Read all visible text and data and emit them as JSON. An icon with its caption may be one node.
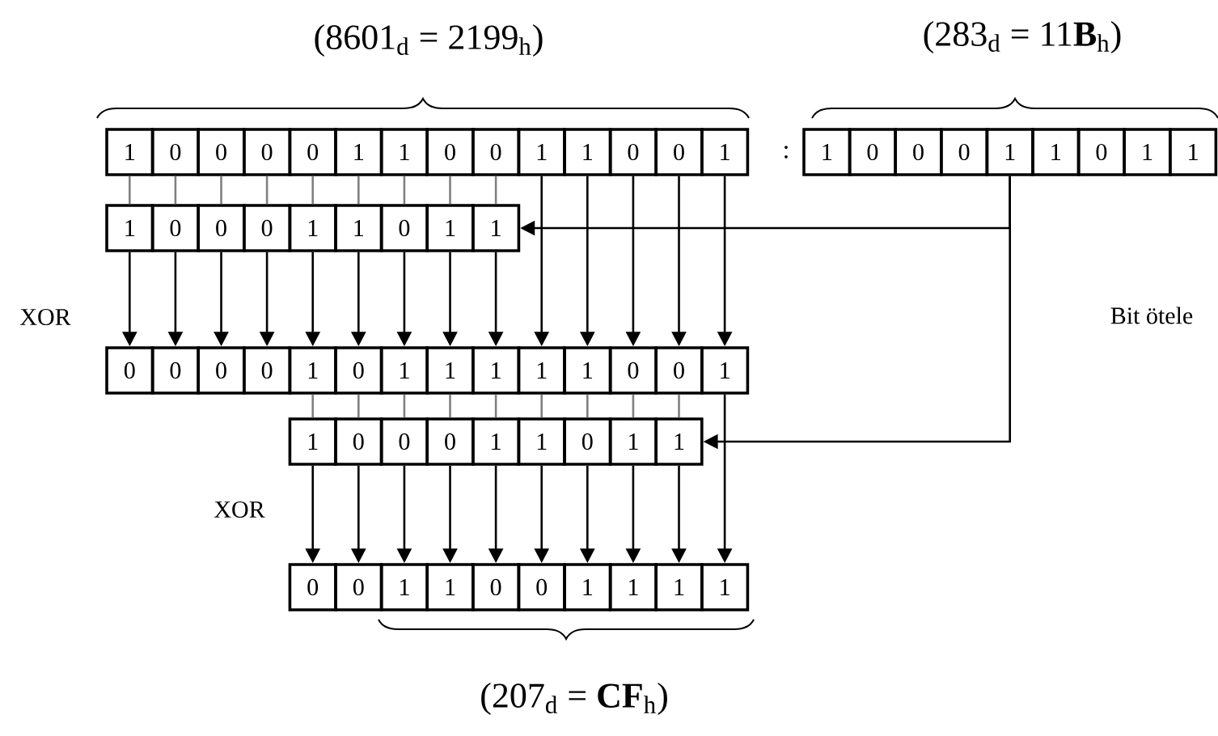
{
  "diagram": {
    "nodes": [
      {
        "text": [
          "1"
        ]
      },
      {
        "text": [
          "0"
        ]
      },
      {
        "text": [
          "0"
        ]
      },
      {
        "text": [
          "0"
        ]
      },
      {
        "text": [
          "0"
        ]
      },
      {
        "text": [
          "1"
        ]
      },
      {
        "text": [
          "1"
        ]
      },
      {
        "text": [
          "0"
        ]
      },
      {
        "text": [
          "0"
        ]
      },
      {
        "text": [
          "1"
        ]
      },
      {
        "text": [
          "1"
        ]
      },
      {
        "text": [
          "0"
        ]
      },
      {
        "text": [
          "0"
        ]
      },
      {
        "text": [
          "1"
        ]
      },
      {
        "text": [
          "1"
        ]
      },
      {
        "text": [
          "0"
        ]
      },
      {
        "text": [
          "0"
        ]
      },
      {
        "text": [
          "0"
        ]
      },
      {
        "text": [
          "1"
        ]
      },
      {
        "text": [
          "1"
        ]
      },
      {
        "text": [
          "0"
        ]
      },
      {
        "text": [
          "1"
        ]
      },
      {
        "text": [
          "1"
        ]
      },
      {
        "text": [
          "1"
        ]
      },
      {
        "text": [
          "0"
        ]
      },
      {
        "text": [
          "0"
        ]
      },
      {
        "text": [
          "0"
        ]
      },
      {
        "text": [
          "1"
        ]
      },
      {
        "text": [
          "1"
        ]
      },
      {
        "text": [
          "0"
        ]
      },
      {
        "text": [
          "1"
        ]
      },
      {
        "text": [
          "1"
        ]
      },
      {
        "text": [
          "0"
        ]
      },
      {
        "text": [
          "0"
        ]
      },
      {
        "text": [
          "0"
        ]
      },
      {
        "text": [
          "0"
        ]
      },
      {
        "text": [
          "1"
        ]
      },
      {
        "text": [
          "0"
        ]
      },
      {
        "text": [
          "1"
        ]
      },
      {
        "text": [
          "1"
        ]
      },
      {
        "text": [
          "1"
        ]
      },
      {
        "text": [
          "1"
        ]
      },
      {
        "text": [
          "1"
        ]
      },
      {
        "text": [
          "0"
        ]
      },
      {
        "text": [
          "0"
        ]
      },
      {
        "text": [
          "1"
        ]
      },
      {
        "text": [
          "1"
        ]
      },
      {
        "text": [
          "0"
        ]
      },
      {
        "text": [
          "0"
        ]
      },
      {
        "text": [
          "0"
        ]
      },
      {
        "text": [
          "1"
        ]
      },
      {
        "text": [
          "1"
        ]
      },
      {
        "text": [
          "0"
        ]
      },
      {
        "text": [
          "1"
        ]
      },
      {
        "text": [
          "1"
        ]
      },
      {
        "text": [
          "0"
        ]
      },
      {
        "text": [
          "0"
        ]
      },
      {
        "text": [
          "1"
        ]
      },
      {
        "text": [
          "1"
        ]
      },
      {
        "text": [
          "0"
        ]
      },
      {
        "text": [
          "0"
        ]
      },
      {
        "text": [
          "1"
        ]
      },
      {
        "text": [
          "1"
        ]
      },
      {
        "text": [
          "1"
        ]
      },
      {
        "text": [
          "1"
        ]
      }
    ],
    "edges": [
      {
        "from": 0,
        "to": 23,
        "arrow": "none",
        "color": "#808080"
      },
      {
        "from": 1,
        "to": 24,
        "arrow": "none",
        "color": "#808080"
      },
      {
        "from": 2,
        "to": 25,
        "arrow": "none",
        "color": "#808080"
      },
      {
        "from": 3,
        "to": 26,
        "arrow": "none",
        "color": "#808080"
      },
      {
        "from": 4,
        "to": 27,
        "arrow": "none",
        "color": "#808080"
      },
      {
        "from": 5,
        "to": 28,
        "arrow": "none",
        "color": "#808080"
      },
      {
        "from": 6,
        "to": 29,
        "arrow": "none",
        "color": "#808080"
      },
      {
        "from": 7,
        "to": 30,
        "arrow": "none",
        "color": "#808080"
      },
      {
        "from": 8,
        "to": 31,
        "arrow": "none",
        "color": "#808080"
      },
      {
        "from": 23,
        "to": 32,
        "arrow": "to"
      },
      {
        "from": 24,
        "to": 33,
        "arrow": "to"
      },
      {
        "from": 25,
        "to": 34,
        "arrow": "to"
      },
      {
        "from": 26,
        "to": 35,
        "arrow": "to"
      },
      {
        "from": 27,
        "to": 36,
        "arrow": "to"
      },
      {
        "from": 28,
        "to": 37,
        "arrow": "to"
      },
      {
        "from": 29,
        "to": 38,
        "arrow": "to"
      },
      {
        "from": 30,
        "to": 39,
        "arrow": "to"
      },
      {
        "from": 31,
        "to": 40,
        "arrow": "to"
      },
      {
        "from": 9,
        "to": 41,
        "arrow": "to"
      },
      {
        "from": 10,
        "to": 42,
        "arrow": "to"
      },
      {
        "from": 11,
        "to": 43,
        "arrow": "to"
      },
      {
        "from": 12,
        "to": 44,
        "arrow": "to"
      },
      {
        "from": 13,
        "to": 45,
        "arrow": "to"
      },
      {
        "from": 18,
        "to": 31,
        "arrow": "to"
      },
      {
        "from": 36,
        "to": 46,
        "arrow": "none",
        "color": "#808080"
      },
      {
        "from": 37,
        "to": 47,
        "arrow": "none",
        "color": "#808080"
      },
      {
        "from": 38,
        "to": 48,
        "arrow": "none",
        "color": "#808080"
      },
      {
        "from": 39,
        "to": 49,
        "arrow": "none",
        "color": "#808080"
      },
      {
        "from": 40,
        "to": 50,
        "arrow": "none",
        "color": "#808080"
      },
      {
        "from": 41,
        "to": 51,
        "arrow": "none",
        "color": "#808080"
      },
      {
        "from": 42,
        "to": 52,
        "arrow": "none",
        "color": "#808080"
      },
      {
        "from": 43,
        "to": 53,
        "arrow": "none",
        "color": "#808080"
      },
      {
        "from": 44,
        "to": 54,
        "arrow": "none",
        "color": "#808080"
      },
      {
        "from": 46,
        "to": 55,
        "arrow": "to"
      },
      {
        "from": 47,
        "to": 56,
        "arrow": "to"
      },
      {
        "from": 48,
        "to": 57,
        "arrow": "to"
      },
      {
        "from": 49,
        "to": 58,
        "arrow": "to"
      },
      {
        "from": 50,
        "to": 59,
        "arrow": "to"
      },
      {
        "from": 51,
        "to": 60,
        "arrow": "to"
      },
      {
        "from": 52,
        "to": 61,
        "arrow": "to"
      },
      {
        "from": 53,
        "to": 62,
        "arrow": "to"
      },
      {
        "from": 54,
        "to": 63,
        "arrow": "to"
      },
      {
        "from": 45,
        "to": 64,
        "arrow": "to"
      },
      {
        "from": 18,
        "to": 54,
        "arrow": "to"
      }
    ],
    "labels": [
      "(8601$_{d}$ = 2199$_{h}$)",
      "(283$_{d}$ = 11**B**$_{h}$)",
      ":",
      "XOR",
      "Bit ötele",
      "XOR",
      "(207$_{d}$ = **CF**$_{h}$)"
    ]
  }
}
